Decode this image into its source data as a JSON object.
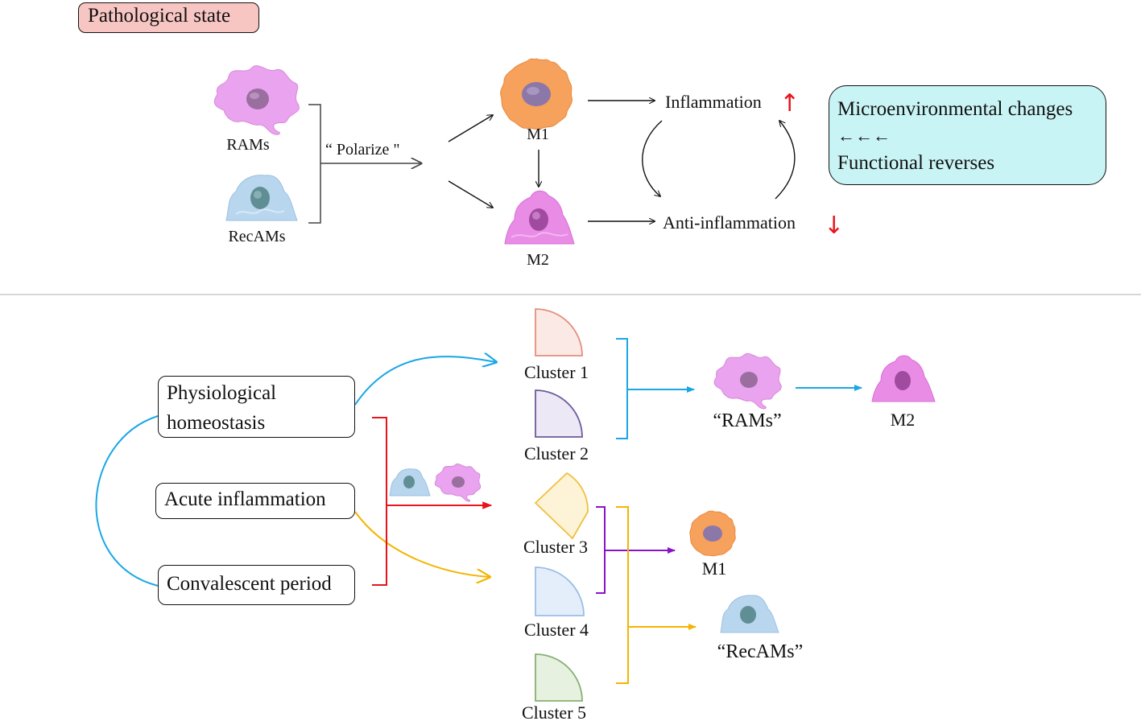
{
  "top": {
    "title": "Pathological state",
    "rams_label": "RAMs",
    "recams_label": "RecAMs",
    "polarize_label": "“ Polarize \"",
    "m1_label": "M1",
    "m2_label": "M2",
    "inflammation_label": "Inflammation",
    "anti_inflammation_label": "Anti-inflammation",
    "up_arrow": "↑",
    "down_arrow": "↓",
    "micro_line1": "Microenvironmental changes",
    "micro_arrows": "←←←",
    "micro_line2": "Functional reverses"
  },
  "bottom": {
    "physiological_line1": "Physiological",
    "physiological_line2": "homeostasis",
    "acute": "Acute inflammation",
    "convalescent": "Convalescent period",
    "clusters": [
      "Cluster 1",
      "Cluster 2",
      "Cluster 3",
      "Cluster 4",
      "Cluster 5"
    ],
    "rams_quoted": "“RAMs”",
    "m2_label": "M2",
    "m1_label": "M1",
    "recams_quoted": "“RecAMs”"
  },
  "colors": {
    "title_bg": "#f7c6c3",
    "micro_bg": "#c9f4f5",
    "blue_arrow": "#1aa7e6",
    "red_arrow": "#e8141c",
    "yellow_arrow": "#f5b400",
    "purple_arrow": "#8a12c9",
    "m1_cell": "#f6a15c",
    "m2_cell": "#e98ce6",
    "rams_cell": "#eaa3ee",
    "recams_cell": "#b9d6ef"
  }
}
